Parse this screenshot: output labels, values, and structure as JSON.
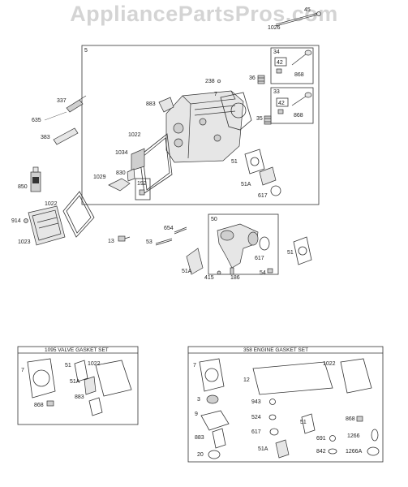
{
  "watermark": "AppliancePartsPros.com",
  "boxes": {
    "main": "5",
    "valve_a": "34",
    "valve_b": "33",
    "cover_box": "192",
    "intake_box": "50"
  },
  "labels": {
    "p45": "45",
    "p1026": "1026",
    "p42a": "42",
    "p868a": "868",
    "p42b": "42",
    "p868b": "868",
    "p238": "238",
    "p36": "36",
    "p7": "7",
    "p883": "883",
    "p35": "35",
    "p337": "337",
    "p635": "635",
    "p383": "383",
    "p1022a": "1022",
    "p1034": "1034",
    "p830": "830",
    "p1029": "1029",
    "p51a": "51",
    "p51Aa": "51A",
    "p617a": "617",
    "p850": "850",
    "p1022b": "1022",
    "p914": "914",
    "p1023": "1023",
    "p13": "13",
    "p654": "654",
    "p53": "53",
    "p51Ab": "51A",
    "p415": "415",
    "p186": "186",
    "p54": "54",
    "p617b": "617",
    "p51b": "51"
  },
  "valve_gasket_set": {
    "title": "1095 VALVE GASKET SET",
    "l7": "7",
    "l51": "51",
    "l1022": "1022",
    "l51A": "51A",
    "l868": "868",
    "l883": "883"
  },
  "engine_gasket_set": {
    "title": "358 ENGINE GASKET SET",
    "l7": "7",
    "l12": "12",
    "l1022": "1022",
    "l3": "3",
    "l943": "943",
    "l9": "9",
    "l524": "524",
    "l51": "51",
    "l868": "868",
    "l617": "617",
    "l883": "883",
    "l691": "691",
    "l1266": "1266",
    "l20": "20",
    "l51A": "51A",
    "l842": "842",
    "l1266A": "1266A"
  }
}
